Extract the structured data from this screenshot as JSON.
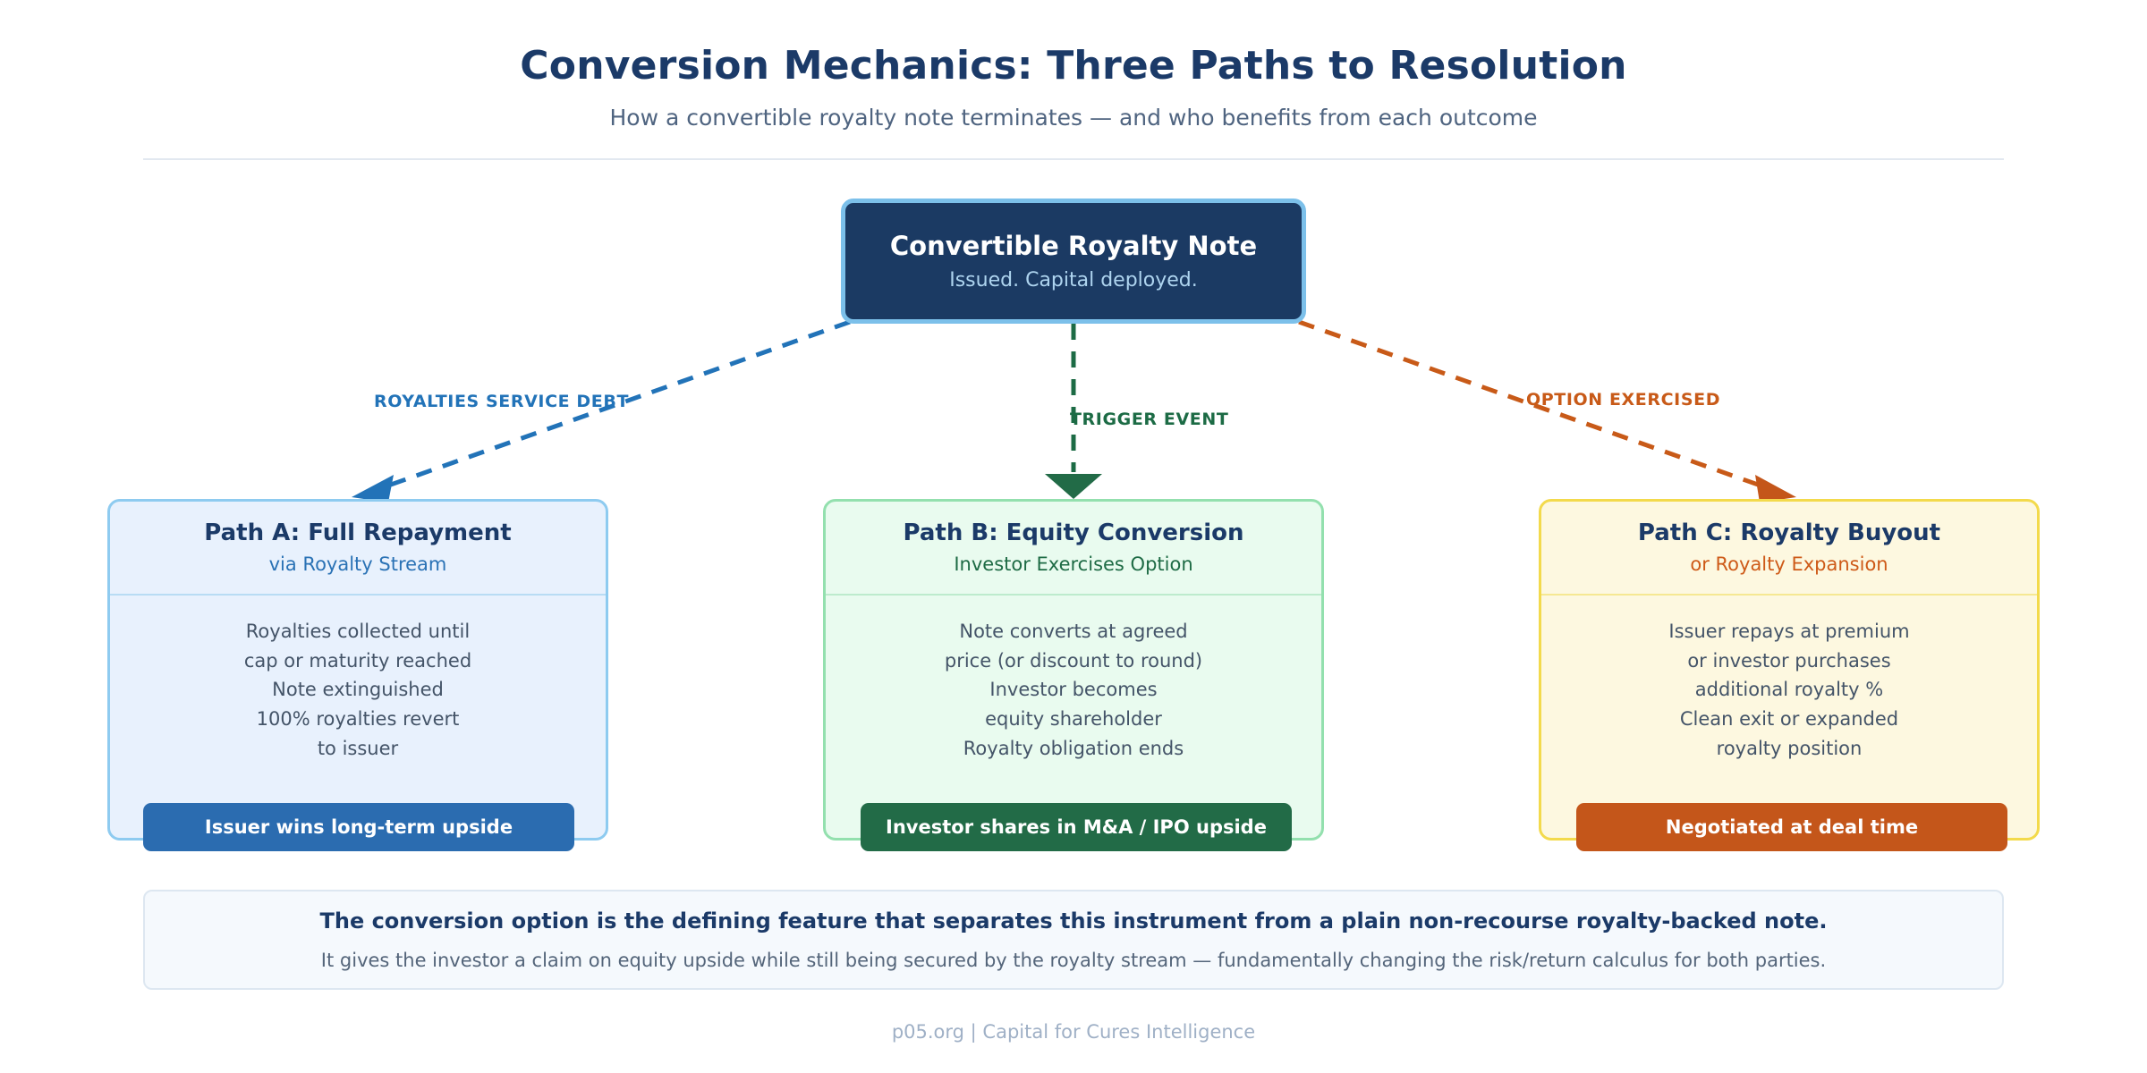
{
  "header": {
    "title": "Conversion Mechanics: Three Paths to Resolution",
    "subtitle": "How a convertible royalty note terminates — and who benefits from each outcome"
  },
  "root_node": {
    "title": "Convertible Royalty Note",
    "subtitle": "Issued. Capital deployed.",
    "fill": "#1b3a63",
    "border": "#7cc0ea"
  },
  "edges": [
    {
      "label": "ROYALTIES SERVICE DEBT",
      "color": "#2273b8",
      "target": "Path A"
    },
    {
      "label": "TRIGGER EVENT",
      "color": "#1c6b45",
      "target": "Path B"
    },
    {
      "label": "OPTION EXERCISED",
      "color": "#c85a18",
      "target": "Path C"
    }
  ],
  "paths": [
    {
      "title": "Path A: Full Repayment",
      "subtitle": "via Royalty Stream",
      "lines": [
        "Royalties collected until",
        "cap or maturity reached",
        "Note extinguished",
        "100% royalties revert",
        "to issuer"
      ],
      "badge": "Issuer wins long-term upside",
      "accent": "#2b6cb0",
      "fill": "#e8f1fd",
      "border": "#8ecbf0"
    },
    {
      "title": "Path B: Equity Conversion",
      "subtitle": "Investor Exercises Option",
      "lines": [
        "Note converts at agreed",
        "price (or discount to round)",
        "Investor becomes",
        "equity shareholder",
        "Royalty obligation ends"
      ],
      "badge": "Investor shares in M&A / IPO upside",
      "accent": "#226b47",
      "fill": "#e9fbef",
      "border": "#93e0ae"
    },
    {
      "title": "Path C: Royalty Buyout",
      "subtitle": "or Royalty Expansion",
      "lines": [
        "Issuer repays at premium",
        "or investor purchases",
        "additional royalty %",
        "Clean exit or expanded",
        "royalty position"
      ],
      "badge": "Negotiated at deal time",
      "accent": "#c4561a",
      "fill": "#fdf8e0",
      "border": "#f3da4c"
    }
  ],
  "callout": {
    "headline": "The conversion option is the defining feature that separates this instrument from a plain non-recourse royalty-backed note.",
    "detail": "It gives the investor a claim on equity upside while still being secured by the royalty stream — fundamentally changing the risk/return calculus for both parties."
  },
  "attribution": "p05.org | Capital for Cures Intelligence"
}
